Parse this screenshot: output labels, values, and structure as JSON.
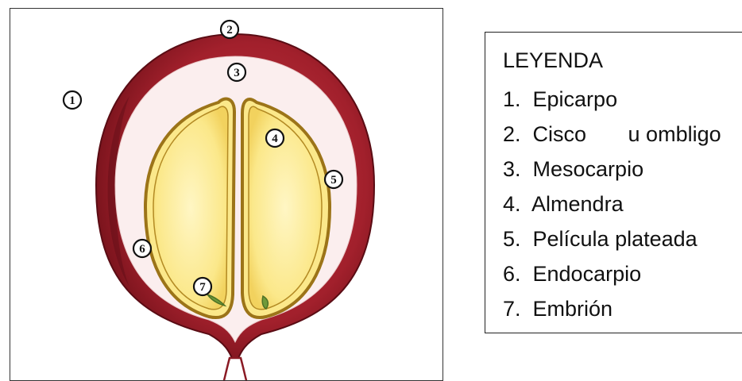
{
  "figure": {
    "colors": {
      "epicarp": "#a2202c",
      "epicarp_dark": "#6e1018",
      "mesocarp": "#fbeeee",
      "endocarp": "#a27a1a",
      "almond": "#fbe88a",
      "almond_light": "#fff6c4",
      "embryo": "#6f9a3a"
    },
    "labels": [
      "1",
      "2",
      "3",
      "4",
      "5",
      "6",
      "7"
    ]
  },
  "legend": {
    "title": "LEYENDA",
    "items": [
      "1.  Epicarpo",
      "2.  Cisco       u ombligo",
      "3.  Mesocarpio",
      "4.  Almendra",
      "5.  Película plateada",
      "6.  Endocarpio",
      "7.  Embrión"
    ]
  }
}
